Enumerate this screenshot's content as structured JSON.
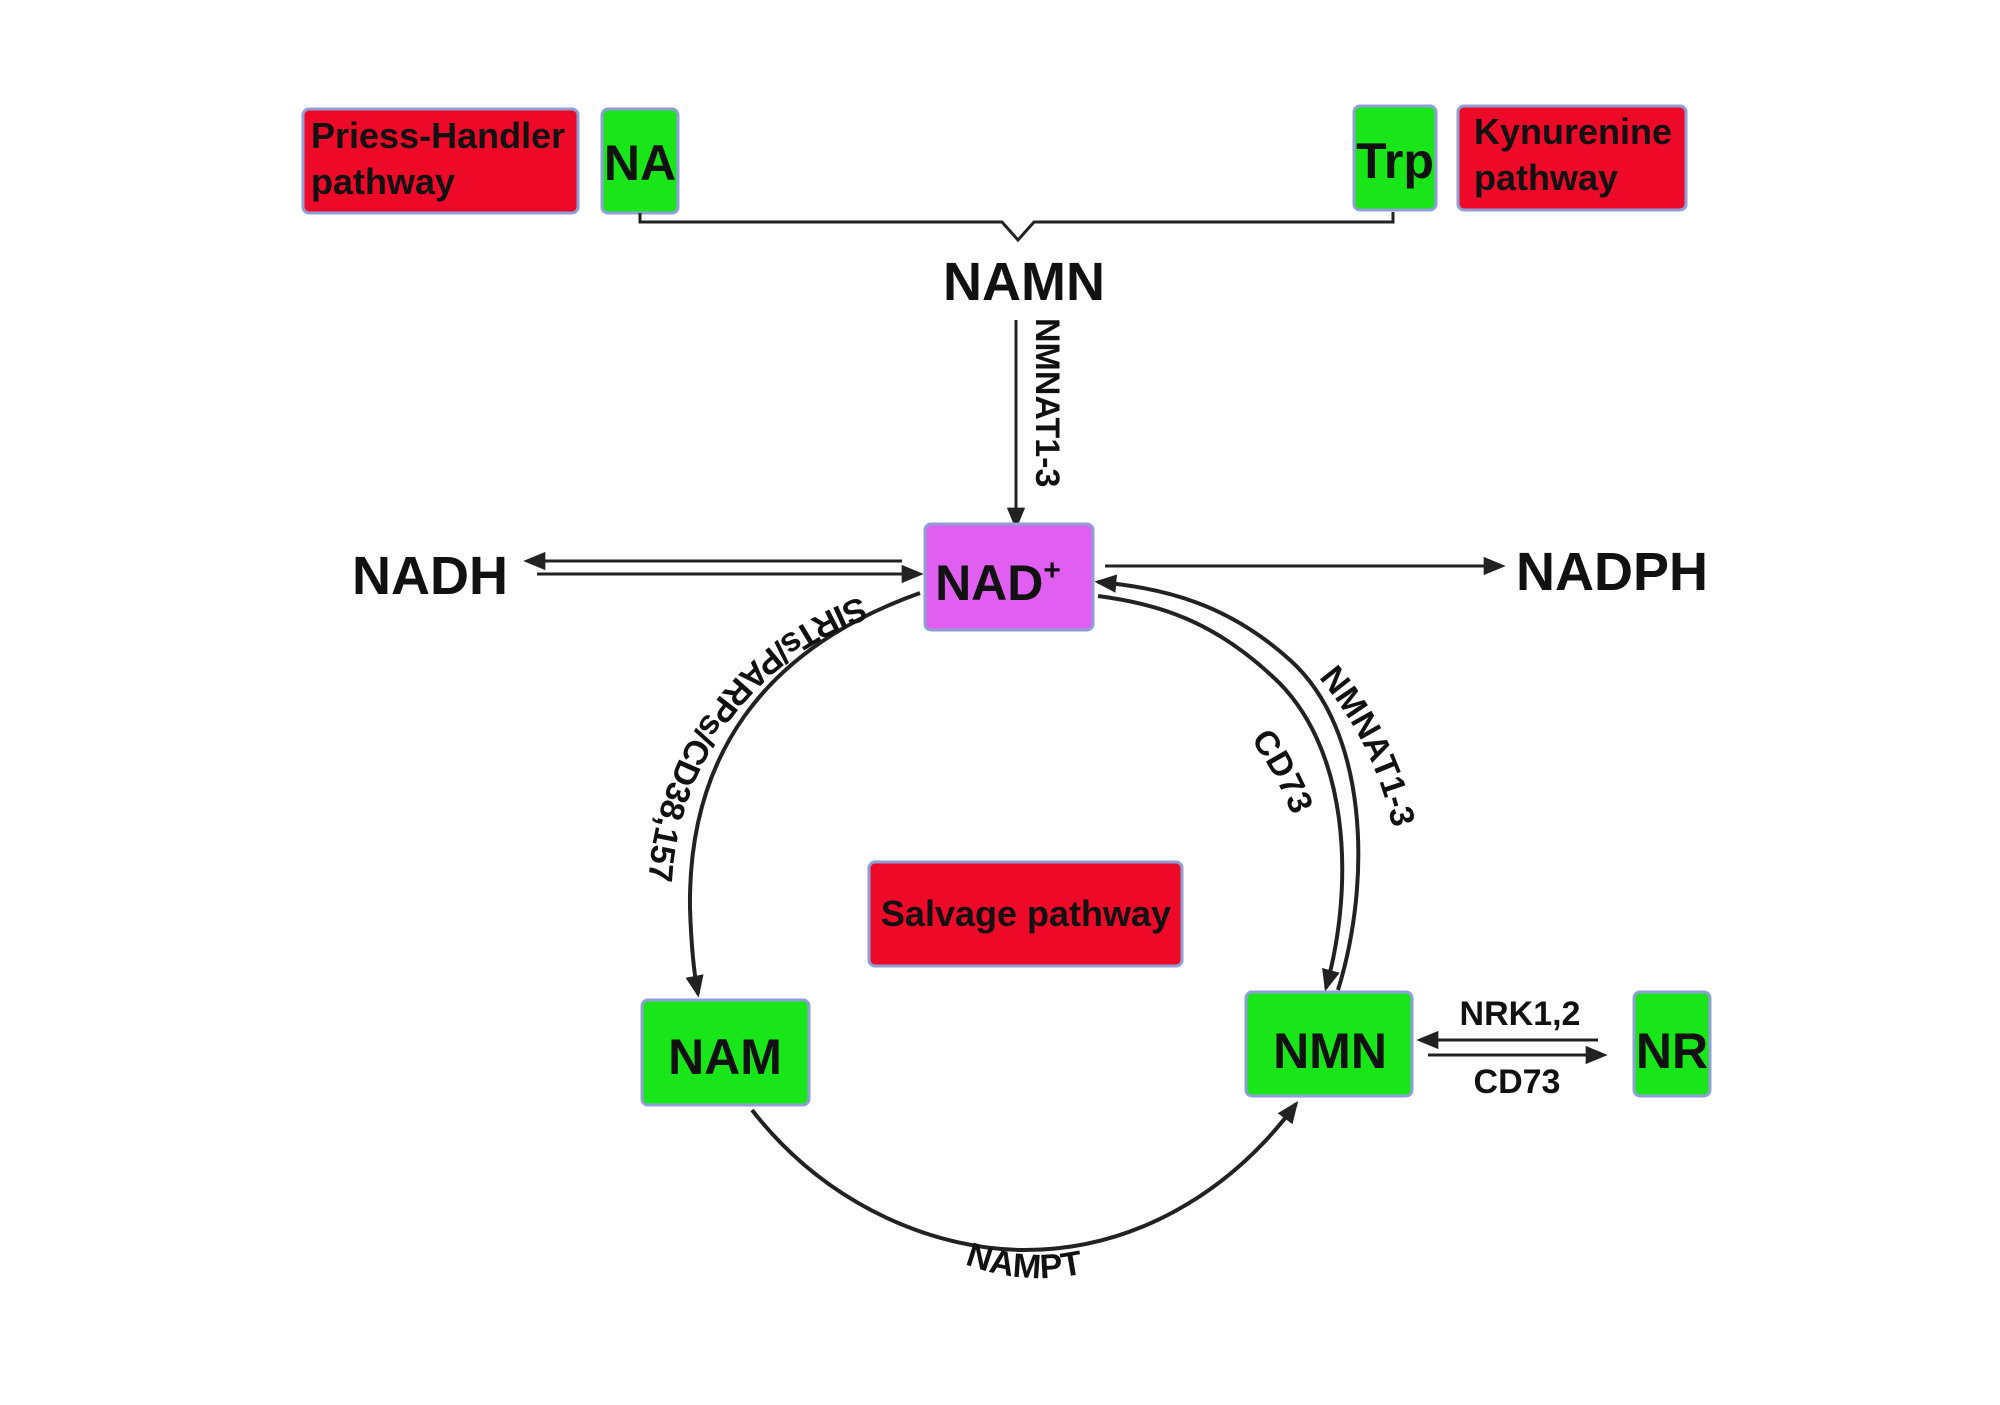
{
  "colors": {
    "green_box": "#19e619",
    "red_box": "#ec0a28",
    "magenta_box": "#e05ff0",
    "box_border": "#8f9fd6",
    "line": "#222222"
  },
  "pathways": {
    "preiss_handler_line1": "Priess-Handler",
    "preiss_handler_line2": "pathway",
    "kynurenine_line1": "Kynurenine",
    "kynurenine_line2": "pathway",
    "salvage": "Salvage pathway"
  },
  "molecules": {
    "na": "NA",
    "trp": "Trp",
    "namn": "NAMN",
    "nad": "NAD",
    "nad_superscript": "+",
    "nadh": "NADH",
    "nadph": "NADPH",
    "nam": "NAM",
    "nmn": "NMN",
    "nr": "NR"
  },
  "enzymes": {
    "namn_to_nad": "NMNAT1-3",
    "nad_to_nam": "SIRTs/PARPs/CD38,157",
    "nmn_to_nad": "NMNAT1-3",
    "nad_to_nmn": "CD73",
    "nam_to_nmn": "NAMPT",
    "nr_to_nmn": "NRK1,2",
    "nmn_to_nr": "CD73"
  }
}
